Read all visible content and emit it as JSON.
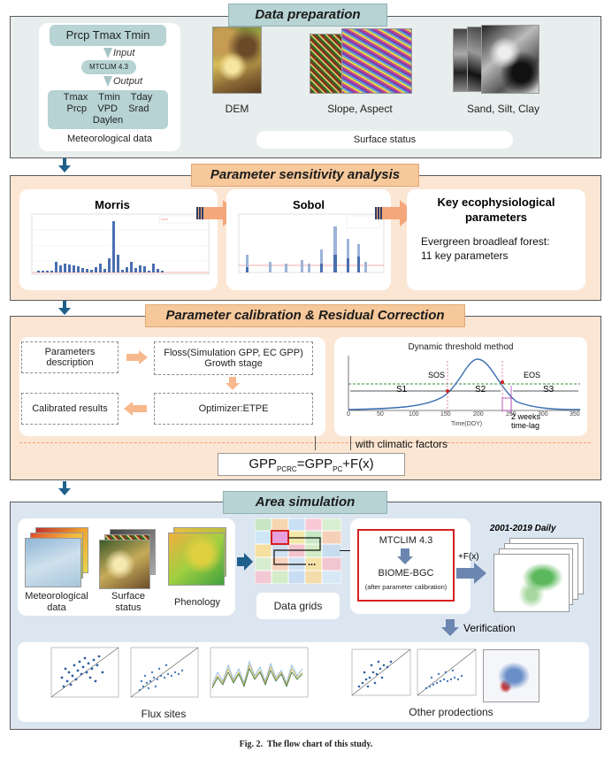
{
  "data_prep": {
    "title": "Data preparation",
    "inputs_top": "Prcp Tmax Tmin",
    "input_label": "Input",
    "model": "MTCLIM 4.3",
    "output_label": "Output",
    "out_row1": "Tmax    Tmin    Tday",
    "out_row2": "Prcp    VPD    Srad",
    "out_row3": "Daylen",
    "met_caption": "Meteorological data",
    "dem_label": "DEM",
    "slope_label": "Slope, Aspect",
    "soil_label": "Sand, Silt, Clay",
    "surface_caption": "Surface status"
  },
  "sensitivity": {
    "title": "Parameter sensitivity analysis",
    "morris_label": "Morris",
    "sobol_label": "Sobol",
    "key_title_1": "Key ecophysiological",
    "key_title_2": "parameters",
    "key_desc_1": "Evergreen broadleaf forest:",
    "key_desc_2": "11 key parameters"
  },
  "calibration": {
    "title": "Parameter calibration & Residual Correction",
    "params_desc_1": "Parameters",
    "params_desc_2": "description",
    "floss_1": "Floss(Simulation GPP, EC GPP)",
    "floss_2": "Growth stage",
    "calibrated": "Calibrated results",
    "optimizer": "Optimizer:ETPE",
    "dyn_title": "Dynamic threshold method",
    "sos": "SOS",
    "eos": "EOS",
    "s1": "S1",
    "s2": "S2",
    "s3": "S3",
    "weeks_1": "2 weeks",
    "weeks_2": "time-lag",
    "xaxis": "Time(DOY)",
    "ticks": [
      "0",
      "50",
      "100",
      "150",
      "200",
      "250",
      "300",
      "350"
    ],
    "climatic": "with climatic factors",
    "formula_main": "GPP",
    "formula_sub1": "PCRC",
    "formula_eq": "=GPP",
    "formula_sub2": "PC",
    "formula_tail": "+F(x)"
  },
  "area": {
    "title": "Area simulation",
    "met_label_1": "Meteorological",
    "met_label_2": "data",
    "surf_label_1": "Surface",
    "surf_label_2": "status",
    "pheno_label": "Phenology",
    "grid_label": "Data grids",
    "grid_dots": "...",
    "mtclim": "MTCLIM 4.3",
    "biome": "BIOME-BGC",
    "biome_note": "(after parameter calibration)",
    "fx": "+F(x)",
    "daily": "2001-2019 Daily",
    "verification": "Verification",
    "flux_label": "Flux sites",
    "other_label": "Other prodections"
  },
  "caption": "Fig. 2.  The flow chart of this study.",
  "colors": {
    "teal": "#b7d3d4",
    "orange_banner": "#f6c89a",
    "orange_panel": "#fbe6d4",
    "blue_panel": "#dce6f1",
    "grey_panel": "#e8eeee",
    "arrow_orange": "#f3a77a",
    "arrow_blue": "#1f5f8b",
    "red_box": "#d62020"
  }
}
